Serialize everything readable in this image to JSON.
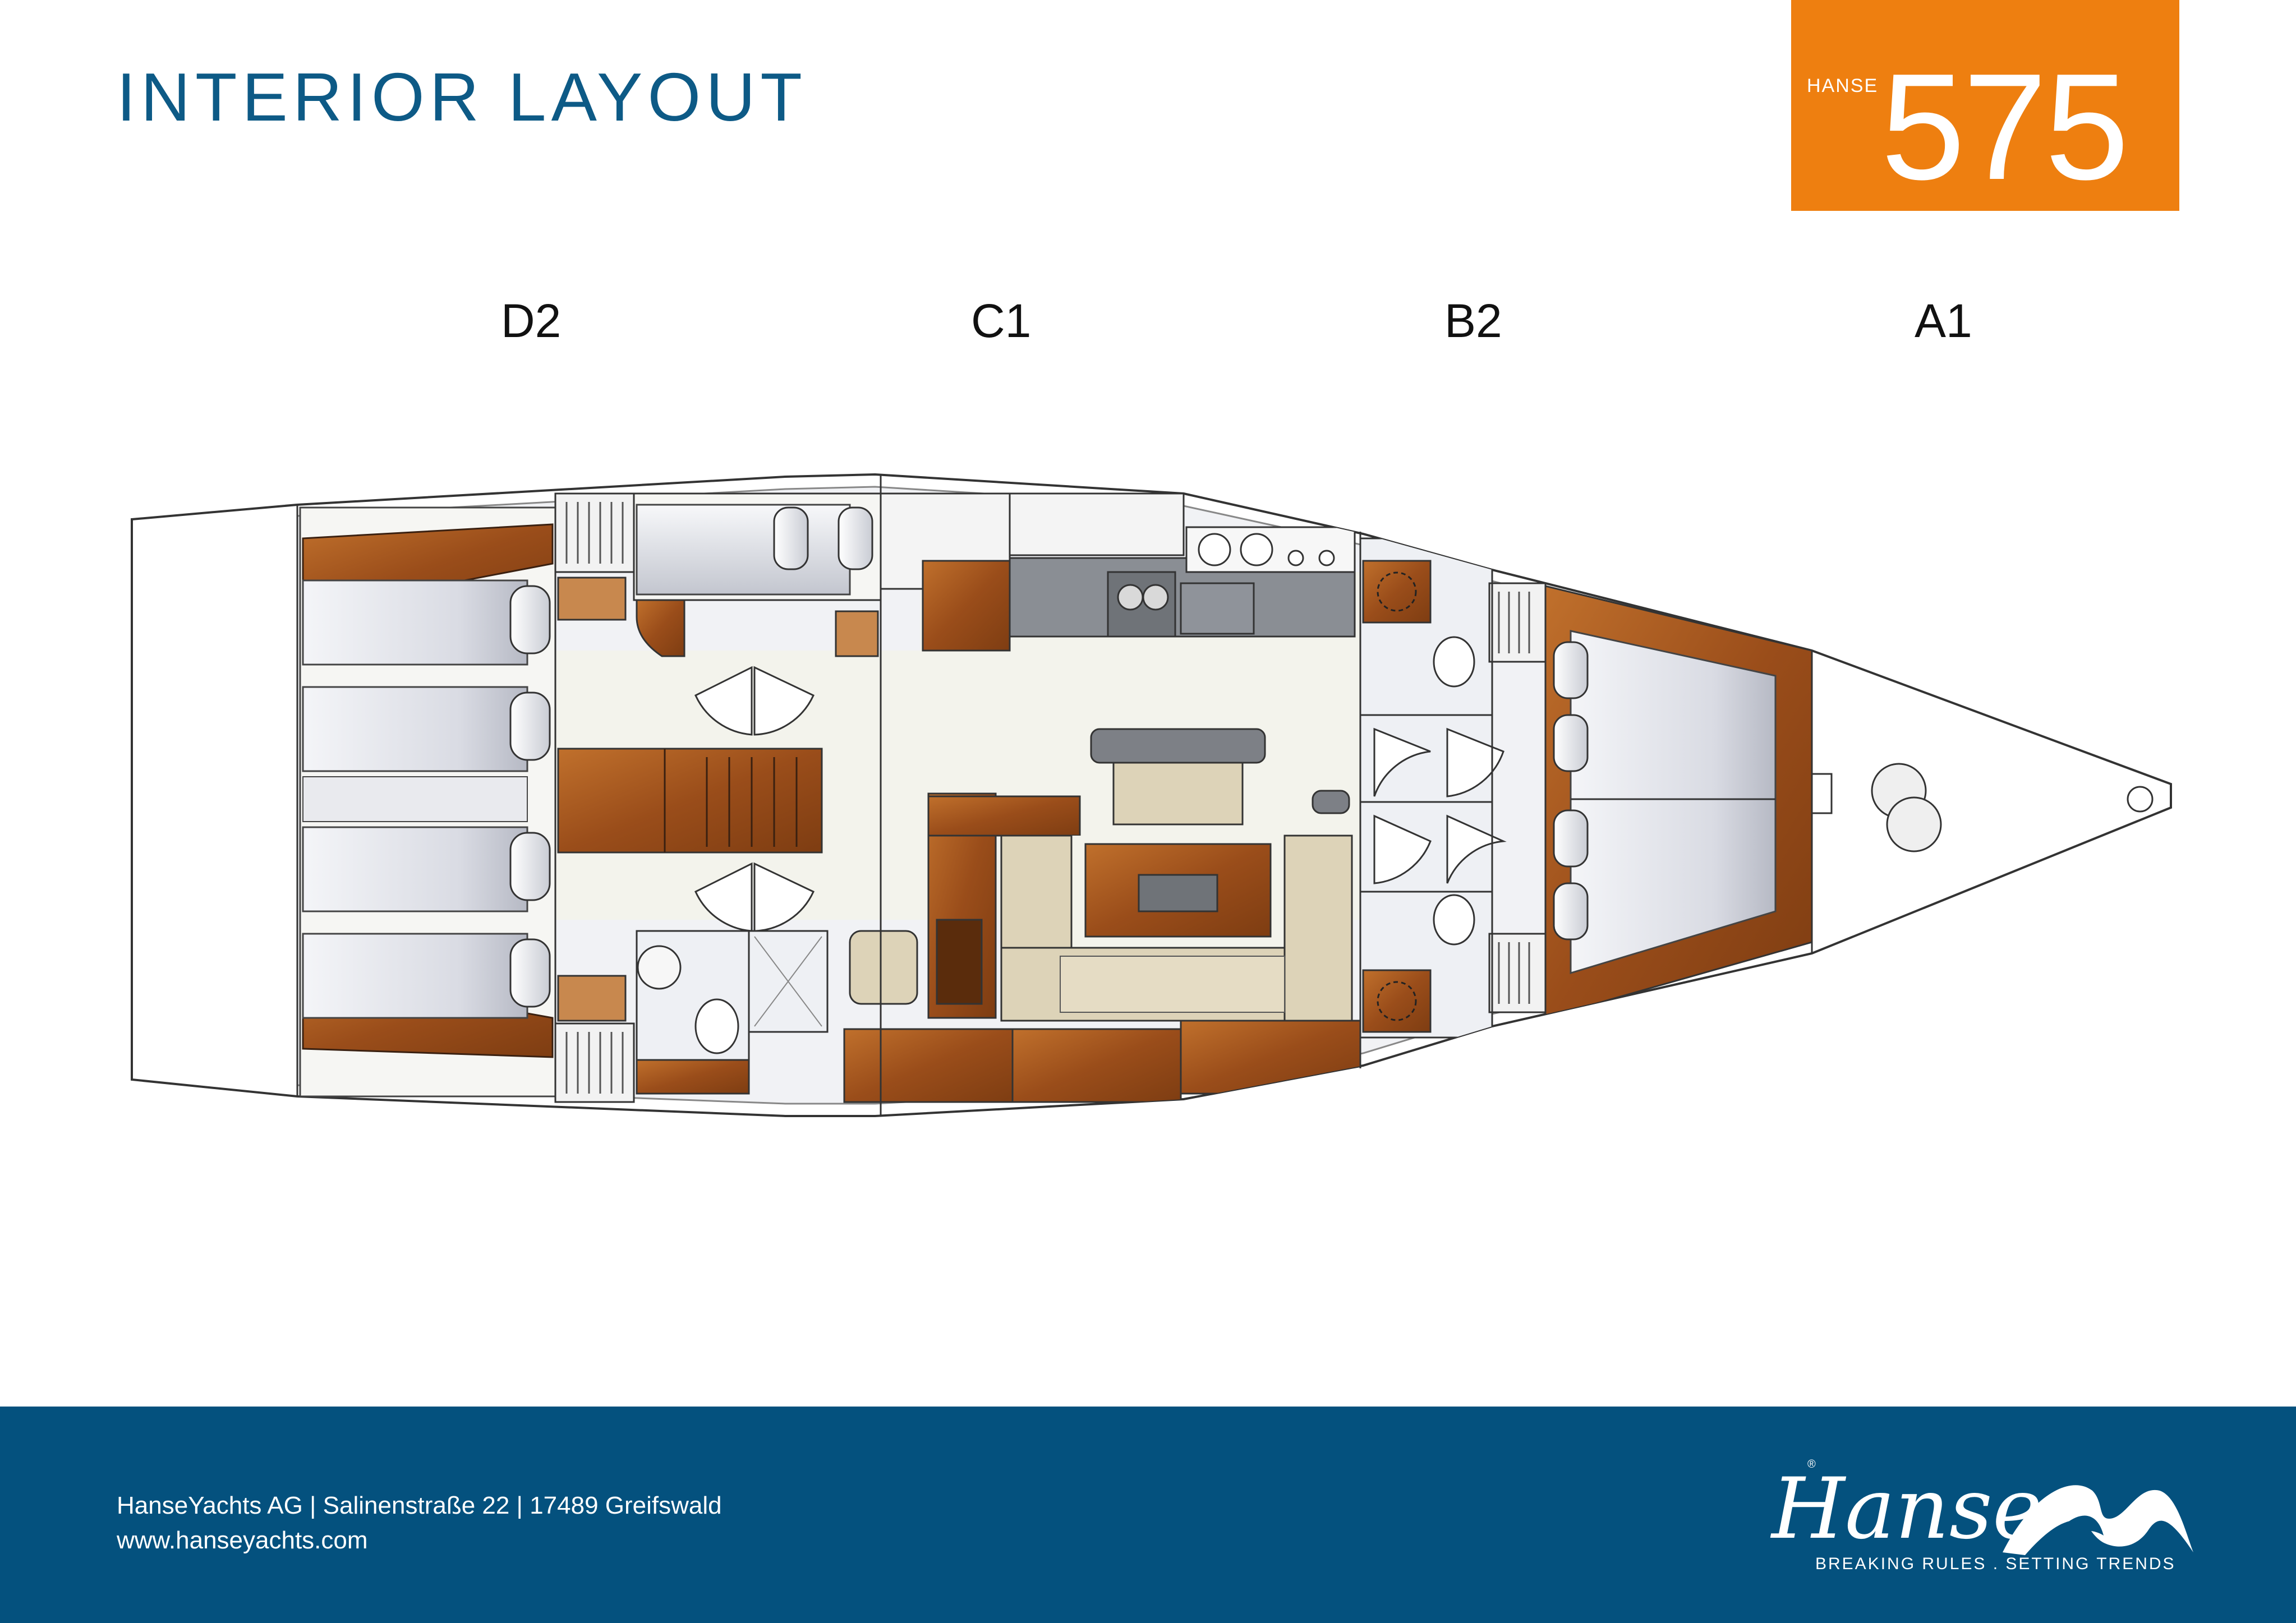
{
  "header": {
    "title": "INTERIOR LAYOUT",
    "badge_brand": "HANSE",
    "badge_model": "575"
  },
  "sections": {
    "d2": "D2",
    "c1": "C1",
    "b2": "B2",
    "a1": "A1"
  },
  "footer": {
    "address": "HanseYachts AG | Salinenstraße 22 | 17489 Greifswald",
    "website": "www.hanseyachts.com",
    "logo_word": "Hanse",
    "registered_mark": "®",
    "tagline": "BREAKING RULES . SETTING TRENDS"
  },
  "colors": {
    "title_blue": "#0d5a86",
    "badge_orange": "#ee7f10",
    "footer_blue": "#04517e",
    "wood": "#a0521c",
    "floor": "#f3f3ec",
    "upholstery": "#ddd3b8",
    "counter": "#8a8e94"
  }
}
